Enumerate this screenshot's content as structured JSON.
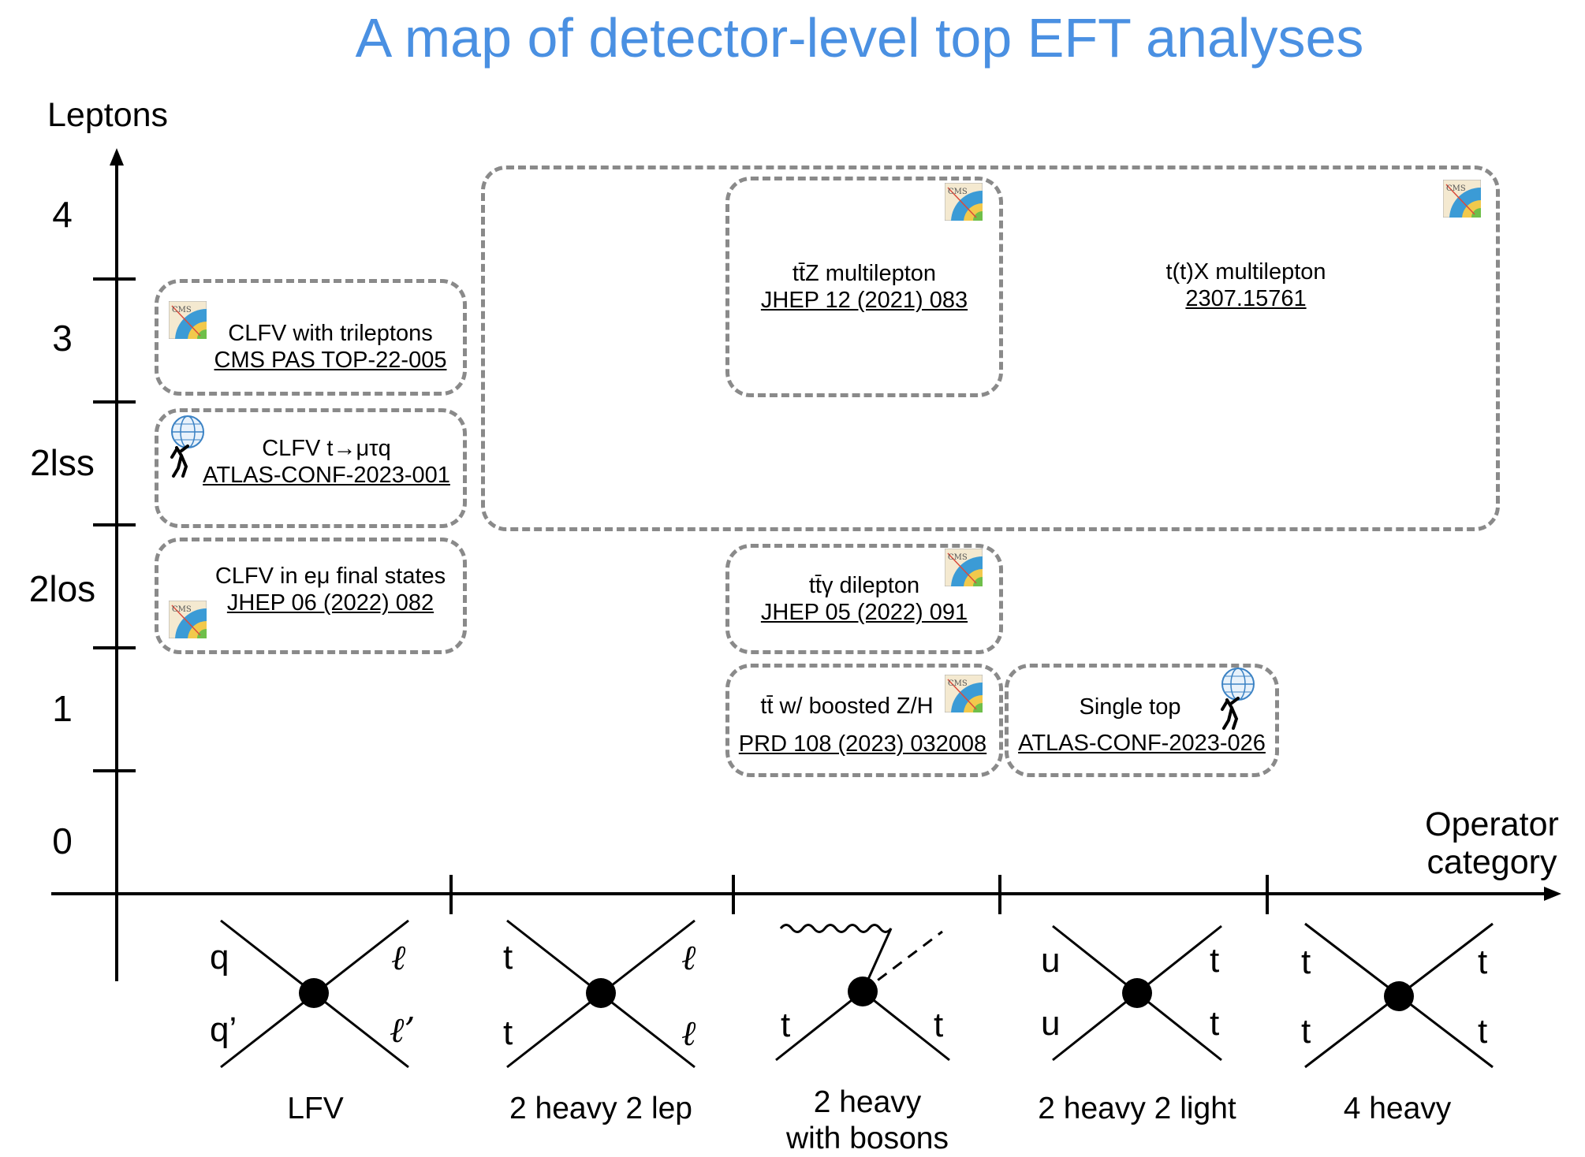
{
  "title": "A map of detector-level top EFT analyses",
  "y_axis": {
    "label": "Leptons",
    "ticks": [
      "4",
      "3",
      "2lss",
      "2los",
      "1",
      "0"
    ]
  },
  "x_axis": {
    "label_line1": "Operator",
    "label_line2": "category",
    "categories": [
      {
        "line1": "LFV",
        "line2": ""
      },
      {
        "line1": "2 heavy 2 lep",
        "line2": ""
      },
      {
        "line1": "2 heavy",
        "line2": "with bosons"
      },
      {
        "line1": "2 heavy 2 light",
        "line2": ""
      },
      {
        "line1": "4 heavy",
        "line2": ""
      }
    ]
  },
  "analyses": [
    {
      "name": "CLFV with trileptons",
      "ref": "CMS PAS TOP-22-005",
      "experiment": "CMS"
    },
    {
      "name": "CLFV t→μτq",
      "ref": "ATLAS-CONF-2023-001",
      "experiment": "ATLAS"
    },
    {
      "name": "CLFV in eμ final states",
      "ref": "JHEP 06 (2022) 082",
      "experiment": "CMS"
    },
    {
      "name": "tt̄Z multilepton",
      "ref": "JHEP 12 (2021) 083",
      "experiment": "CMS"
    },
    {
      "name": "t(t)X multilepton",
      "ref": "2307.15761",
      "experiment": "CMS"
    },
    {
      "name": "tt̄γ dilepton",
      "ref": "JHEP 05 (2022) 091",
      "experiment": "CMS"
    },
    {
      "name": "tt̄ w/ boosted Z/H",
      "ref": "PRD 108 (2023) 032008",
      "experiment": "CMS"
    },
    {
      "name": "Single top",
      "ref": "ATLAS-CONF-2023-026",
      "experiment": "ATLAS"
    }
  ],
  "vertices": [
    {
      "tl": "q",
      "tr": "ℓ",
      "bl": "q’",
      "br": "ℓ’"
    },
    {
      "tl": "t",
      "tr": "ℓ",
      "bl": "t",
      "br": "ℓ"
    },
    {
      "tl": "",
      "tr": "",
      "bl": "t",
      "br": "t"
    },
    {
      "tl": "u",
      "tr": "t",
      "bl": "u",
      "br": "t"
    },
    {
      "tl": "t",
      "tr": "t",
      "bl": "t",
      "br": "t"
    }
  ],
  "colors": {
    "title": "#4a90e2",
    "dashed_border": "#8a8a8a",
    "axis": "#000000"
  }
}
